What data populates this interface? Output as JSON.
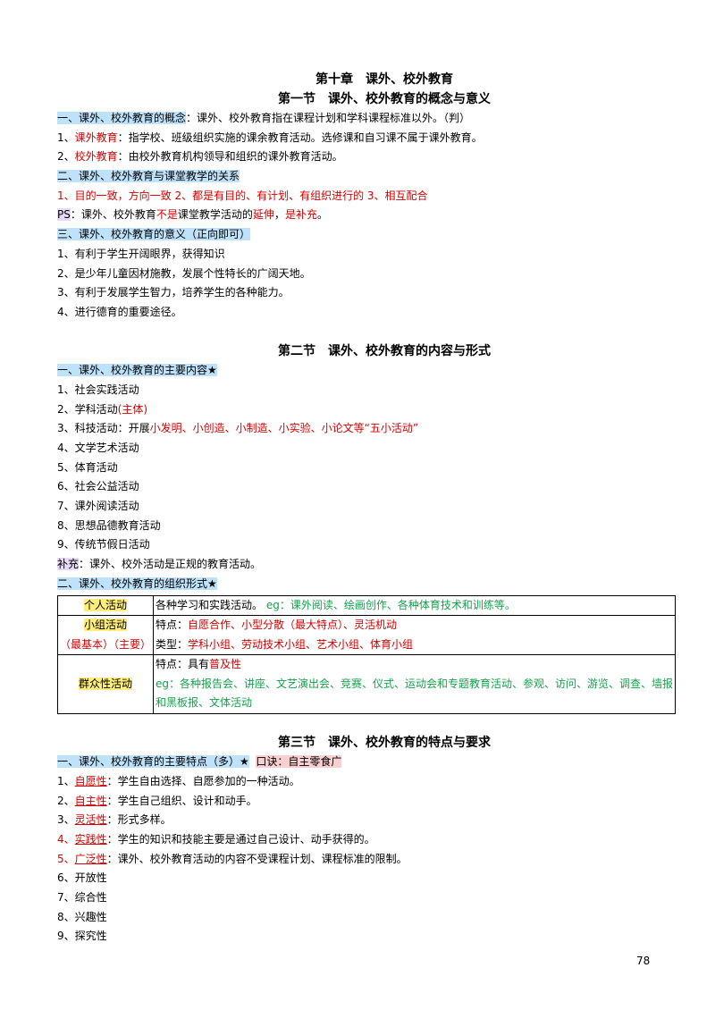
{
  "chapter_title": "第十章　课外、校外教育",
  "sec1": {
    "title": "第一节　课外、校外教育的概念与意义",
    "h1_label": "一、课外、校外教育的概念",
    "h1_rest": "：课外、校外教育指在课程计划和学科课程标准以外。（判）",
    "l1_num": "1、",
    "l1_key": "课外教育",
    "l1_rest": "：指学校、班级组织实施的课余教育活动。选修课和自习课不属于课外教育。",
    "l2_num": "2、",
    "l2_key": "校外教育",
    "l2_rest": "：由校外教育机构领导和组织的课外教育活动。",
    "h2": "二、课外、校外教育与课堂教学的关系",
    "rel_line": "1、目的一致，方向一致 2、都是有目的、有计划、有组织进行的 3、相互配合",
    "ps_label": "PS",
    "ps_a": "：课外、校外教育",
    "ps_b": "不是",
    "ps_c": "课堂教学活动的",
    "ps_d": "延伸",
    "ps_e": "，",
    "ps_f": "是补充",
    "ps_g": "。",
    "h3": "三、课外、校外教育的意义（正向即可）",
    "meaning": [
      "1、有利于学生开阔眼界，获得知识",
      "2、是少年儿童因材施教，发展个性特长的广阔天地。",
      "3、有利于发展学生智力，培养学生的各种能力。",
      "4、进行德育的重要途径。"
    ]
  },
  "sec2": {
    "title": "第二节　课外、校外教育的内容与形式",
    "h1": "一、课外、校外教育的主要内容★",
    "c1": "1、社会实践活动",
    "c2a": "2、学科活动",
    "c2b": "(主体)",
    "c3a": "3、科技活动：开展",
    "c3b": "小发明、小创造、小制造、小实验、小论文等“五小活动”",
    "rest": [
      "4、文学艺术活动",
      "5、体育活动",
      "6、社会公益活动",
      "7、课外阅读活动",
      "8、思想品德教育活动",
      "9、传统节假日活动"
    ],
    "supp_label": "补充",
    "supp_rest": "：课外、校外活动是正规的教育活动。",
    "h2": "二、课外、校外教育的组织形式★",
    "table": {
      "r1_label": "个人活动",
      "r1_a": "各种学习和实践活动。",
      "r1_b": " eg：课外阅读、绘画创作、各种体育技术和训练等。",
      "r2_label1": "小组活动",
      "r2_label2": "（最基本）（主要）",
      "r2_l1a": "特点：",
      "r2_l1b": "自愿合作、小型分散（最大特点）、灵活机动",
      "r2_l2a": "类型：",
      "r2_l2b": "学科小组、劳动技术小组、艺术小组、体育小组",
      "r3_label": "群众性活动",
      "r3_l1a": "特点：具有",
      "r3_l1b": "普及性",
      "r3_l2": "eg：各种报告会、讲座、文艺演出会、竞赛、仪式、运动会和专题教育活动、参观、访问、游览、调查、墙报",
      "r3_l3": "和黑板报、文体活动"
    }
  },
  "sec3": {
    "title": "第三节　课外、校外教育的特点与要求",
    "h1": "一、课外、校外教育的主要特点（多）★",
    "mnemonic": "口诀：自主零食广",
    "items": [
      {
        "num": "1、",
        "key": "自愿性",
        "rest": "：学生自由选择、自愿参加的一种活动。"
      },
      {
        "num": "2、",
        "key": "自主性",
        "rest": "：学生自己组织、设计和动手。"
      },
      {
        "num": "3、",
        "key": "灵活性",
        "rest": "：形式多样。"
      },
      {
        "num": "4、",
        "key": "实践性",
        "rest": "：学生的知识和技能主要是通过自己设计、动手获得的。"
      },
      {
        "num": "5、",
        "key": "广泛性",
        "rest": "：课外、校外教育活动的内容不受课程计划、课程标准的限制。"
      }
    ],
    "plain": [
      "6、开放性",
      "7、综合性",
      "8、兴趣性",
      "9、探究性"
    ]
  },
  "page_number": "78",
  "colors": {
    "red": "#d40000",
    "green": "#13a24b",
    "blue_highlight": "#bfe2fb",
    "purple_highlight": "#e7dbf5",
    "pink_highlight": "#f9cfd2",
    "yellow_highlight": "#ffef7a"
  }
}
